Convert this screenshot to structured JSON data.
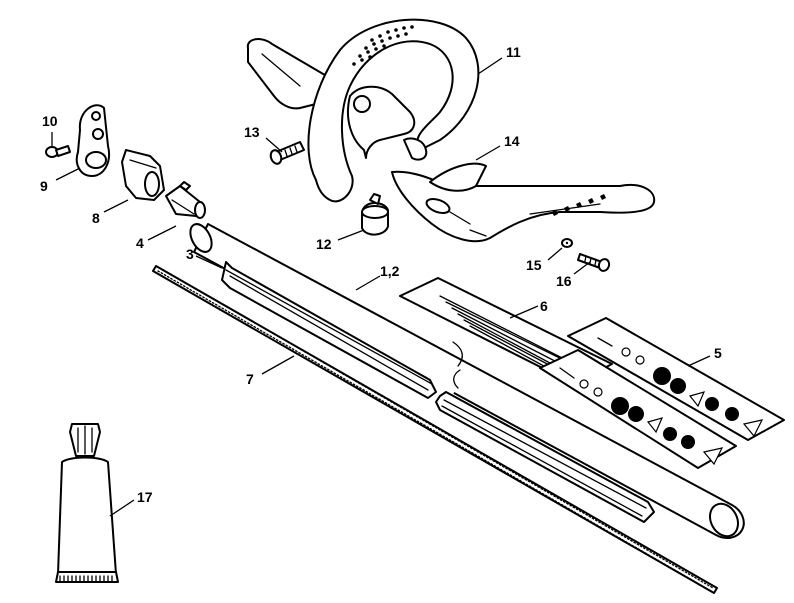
{
  "callouts": {
    "c1": "11",
    "c2": "14",
    "c3": "13",
    "c4": "10",
    "c5": "9",
    "c6": "8",
    "c7": "4",
    "c8": "12",
    "c9": "15",
    "c10": "16",
    "c11": "3",
    "c12": "1,2",
    "c13": "6",
    "c14": "5",
    "c15": "7",
    "c16": "17"
  }
}
